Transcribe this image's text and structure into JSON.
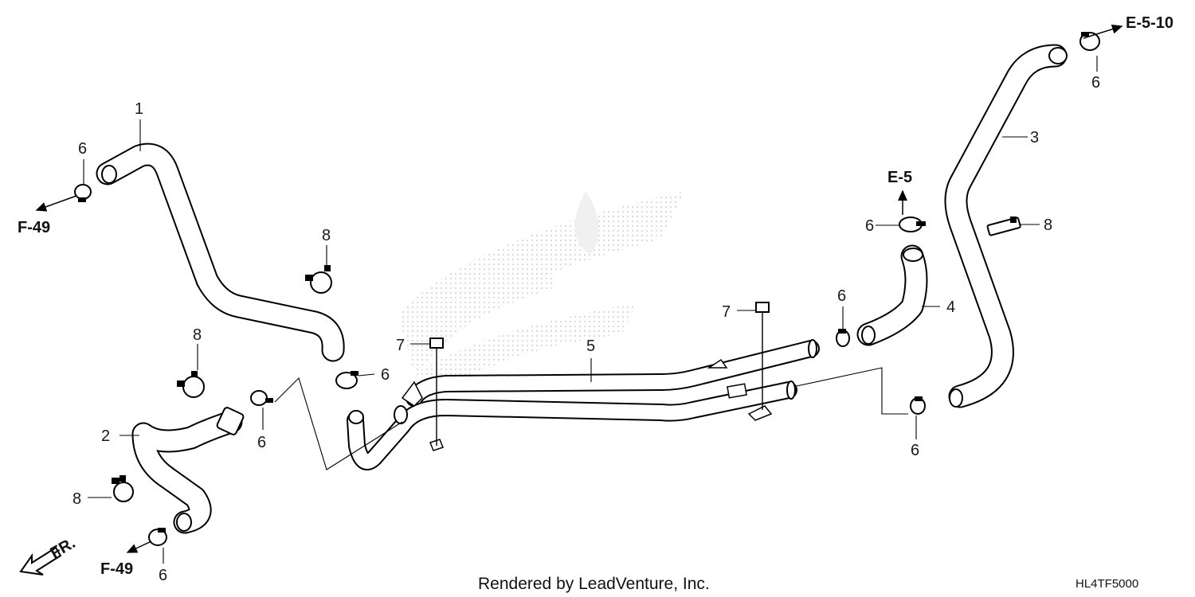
{
  "callouts": {
    "p1": "1",
    "p2": "2",
    "p3": "3",
    "p4": "4",
    "p5": "5",
    "p6": "6",
    "p7": "7",
    "p8": "8"
  },
  "refs": {
    "e5_10": "E-5-10",
    "e5": "E-5",
    "f49": "F-49"
  },
  "front_label": "FR.",
  "footer": "Rendered by LeadVenture, Inc.",
  "diagram_code": "HL4TF5000"
}
